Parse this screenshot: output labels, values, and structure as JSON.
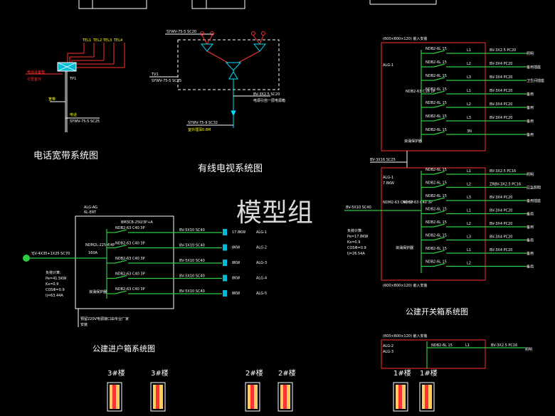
{
  "titles": {
    "phone": "电话宽带系统图",
    "tv": "有线电视系统图",
    "meter": "公建进户箱系统图",
    "switch": "公建开关箱系统图"
  },
  "watermark": "模型组",
  "floors": [
    "3#楼",
    "3#楼",
    "2#楼",
    "2#楼",
    "1#楼",
    "1#楼"
  ],
  "meter_box": {
    "box_label": "ALG-AG",
    "box_label2": "6L-ERT",
    "panel": "BM3CB-250/3P+A",
    "main_breaker": "NDM2L-225M/4P",
    "main_rating": "160A",
    "incoming_cable": "YJV-4X35+1X25 SC70",
    "loads": [
      "负荷计算:",
      "Pe=41.5KW",
      "Kx=0.9",
      "COSΦ=0.9",
      "Ij=63.44A"
    ],
    "spd_label": "浪涌保护器",
    "note": "预留220V电源接口由专业厂家",
    "note2": "安装",
    "circuits": [
      {
        "breaker": "NDB2-63 C40 3P",
        "cable": "BV-5X10 SC40",
        "power": "17.8KW",
        "dest": "ALG-1"
      },
      {
        "breaker": "NDB2-63 C40 3P",
        "cable": "BV-5X10 SC40",
        "power": "8KW",
        "dest": "ALG-2"
      },
      {
        "breaker": "NDB2-63 C40 3P",
        "cable": "BV-5X10 SC40",
        "power": "8KW",
        "dest": "ALG-3"
      },
      {
        "breaker": "NDB2-63 C40 3P",
        "cable": "BV-5X10 SC40",
        "power": "8KW",
        "dest": "ALG-4"
      },
      {
        "breaker": "NDB2-63 C40 3P",
        "cable": "BV-5X10 SC40",
        "power": "8KW",
        "dest": "ALG-5"
      }
    ]
  },
  "switch_box_top": {
    "box_size": "(600×800×120) 嵌入安装",
    "box_label": "ALG-1",
    "breaker": "NDB2-63 C16 1P",
    "spd_label": "浪涌保护器",
    "cable_in": "BV-3X16 SC25",
    "circuits": [
      {
        "breaker": "NDB2-6L 15",
        "phase": "L1",
        "cable": "BV-3X2.5 PC20",
        "use": "照明"
      },
      {
        "breaker": "NDB2-6L 15",
        "phase": "L2",
        "cable": "BV-3X4 PC20",
        "use": "备用插座"
      },
      {
        "breaker": "NDB2-6L 15",
        "phase": "L3",
        "cable": "BV-3X4 PC20",
        "use": "卫生间插座"
      },
      {
        "breaker": "NDB2-6L 15",
        "phase": "L1",
        "cable": "BV-3X4 PC20",
        "use": "备用"
      },
      {
        "breaker": "NDB2-6L 15",
        "phase": "L2",
        "cable": "BV-3X4 PC20",
        "use": "备用"
      },
      {
        "breaker": "NDB2-6L 15",
        "phase": "L3",
        "cable": "BV-3X4 PC20",
        "use": "备用"
      },
      {
        "breaker": "NDB2-6L 15",
        "phase": "3N",
        "cable": "",
        "use": "备用"
      }
    ]
  },
  "switch_box_mid": {
    "box_label": "ALG-1",
    "power": "7.8KW",
    "breaker_in": "NDM2-63 C40 3P",
    "breaker2": "NDB2-63 C40 3P",
    "cable_in": "BV-5X10 SC40",
    "spd_label": "浪涌保护器",
    "box_size": "(600×800×120) 嵌入安装",
    "loads": [
      "负荷计算:",
      "Pe=17.8KW",
      "Kx=0.9",
      "COSΦ=0.9",
      "Ij=26.54A"
    ],
    "circuits": [
      {
        "breaker": "NDB2-6L 15",
        "phase": "L1",
        "cable": "BV-3X2.5 PC16",
        "use": "照明"
      },
      {
        "breaker": "NDB2-6L 15",
        "phase": "L2",
        "cable": "ZRBV-3X2.5 PC16",
        "use": "应急照明"
      },
      {
        "breaker": "NDB2-6L 15",
        "phase": "L3",
        "cable": "BV-3X4 PC20",
        "use": "备用插座"
      },
      {
        "breaker": "NDB2-6L 15",
        "phase": "L1",
        "cable": "BV-3X4 PC20",
        "use": "备用"
      },
      {
        "breaker": "NDB2-6L 15",
        "phase": "L2",
        "cable": "BV-3X4 PC20",
        "use": "备用"
      },
      {
        "breaker": "NDB2-6L 15",
        "phase": "L3",
        "cable": "BV-3X4 PC20",
        "use": "备用"
      },
      {
        "breaker": "NDB2-6L 15",
        "phase": "L1",
        "cable": "BV-3X4 PC20",
        "use": "备用"
      },
      {
        "breaker": "NDB2-6L 15",
        "phase": "L2",
        "cable": "",
        "use": "备用"
      }
    ]
  },
  "switch_box_bottom": {
    "box_size": "(600×800×120) 嵌入安装",
    "box_label": "ALG-2",
    "box_label2": "ALG-3",
    "breaker": "NDB2-6L 15",
    "phase": "L1",
    "cable": "BV-3X2.5 PC16",
    "use": "照明"
  },
  "phone": {
    "label1": "电话设备箱",
    "label2": "引至室外",
    "label3": "TP1",
    "label4": "宽带",
    "label5": "电话",
    "label6": "SYWV-75-5 SC25",
    "top_labels": [
      "TEL1",
      "TEL2",
      "TEL3",
      "TEL4"
    ]
  },
  "tv": {
    "cable_top": "SYWV-75-5 SC20",
    "label1": "TV1",
    "label2": "SYWV-75-5 SC25",
    "label3": "电源引自一层电源箱",
    "label4": "SYWV-75-9 SC32",
    "label5": "室外埋深0.8M",
    "label6": "BV-3X2.5 SC20"
  }
}
